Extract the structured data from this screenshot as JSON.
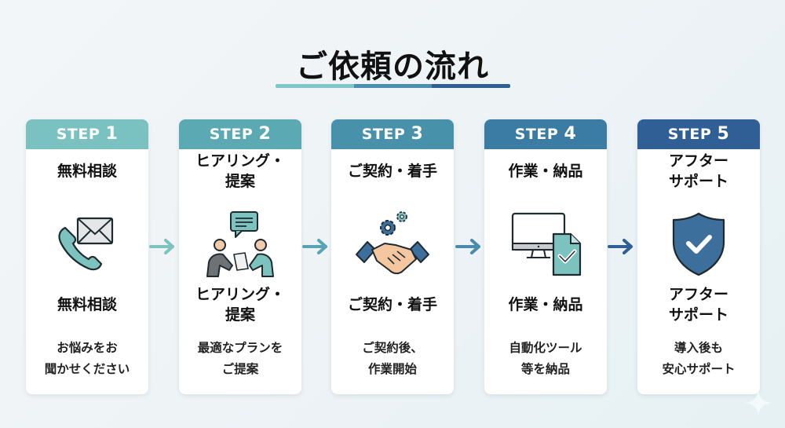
{
  "title": "ご依頼の流れ",
  "colors": {
    "step1": "#79c2c1",
    "step2": "#5aa9b3",
    "step3": "#4792aa",
    "step4": "#3a7ca3",
    "step5": "#2f5f95",
    "title_bar": [
      "#7fc6c8",
      "#4a8fb0",
      "#2f5f95"
    ]
  },
  "steps": [
    {
      "step_label": "STEP",
      "step_number": "1",
      "title_line1": "無料相談",
      "title_line2": "",
      "icon": "phone-mail-icon",
      "desc_line1": "お悩みをお",
      "desc_line2": "聞かせください"
    },
    {
      "step_label": "STEP",
      "step_number": "2",
      "title_line1": "ヒアリング・",
      "title_line2": "提案",
      "icon": "meeting-icon",
      "desc_line1": "最適なプランを",
      "desc_line2": "ご提案"
    },
    {
      "step_label": "STEP",
      "step_number": "3",
      "title_line1": "ご契約・着手",
      "title_line2": "",
      "icon": "handshake-gears-icon",
      "desc_line1": "ご契約後、",
      "desc_line2": "作業開始"
    },
    {
      "step_label": "STEP",
      "step_number": "4",
      "title_line1": "作業・納品",
      "title_line2": "",
      "icon": "monitor-document-check-icon",
      "desc_line1": "自動化ツール",
      "desc_line2": "等を納品"
    },
    {
      "step_label": "STEP",
      "step_number": "5",
      "title_line1": "アフター",
      "title_line2": "サポート",
      "icon": "shield-check-icon",
      "desc_line1": "導入後も",
      "desc_line2": "安心サポート"
    }
  ]
}
